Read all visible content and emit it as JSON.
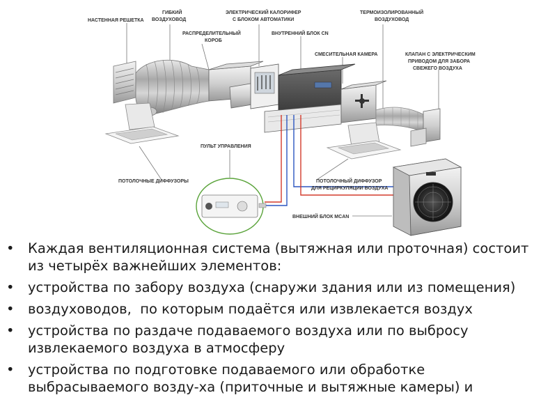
{
  "diagram": {
    "labels": {
      "wall_grille": "НАСТЕННАЯ РЕШЕТКА",
      "flexible_duct_1": "ГИБКИЙ",
      "flexible_duct_2": "ВОЗДУХОВОД",
      "electric_heater_1": "ЭЛЕКТРИЧЕСКИЙ КАЛОРИФЕР",
      "electric_heater_2": "С БЛОКОМ АВТОМАТИКИ",
      "insulated_duct_1": "ТЕРМОИЗОЛИРОВАННЫЙ",
      "insulated_duct_2": "ВОЗДУХОВОД",
      "distribution_box_1": "РАСПРЕДЕЛИТЕЛЬНЫЙ",
      "distribution_box_2": "КОРОБ",
      "indoor_unit": "ВНУТРЕННИЙ БЛОК CN",
      "mixing_chamber": "СМЕСИТЕЛЬНАЯ КАМЕРА",
      "damper_1": "КЛАПАН С ЭЛЕКТРИЧЕСКИМ",
      "damper_2": "ПРИВОДОМ ДЛЯ ЗАБОРА",
      "damper_3": "СВЕЖЕГО ВОЗДУХА",
      "control_panel": "ПУЛЬТ УПРАВЛЕНИЯ",
      "ceiling_diffusers": "ПОТОЛОЧНЫЕ ДИФФУЗОРЫ",
      "recirc_diffuser_1": "ПОТОЛОЧНЫЙ ДИФФУЗОР",
      "recirc_diffuser_2": "ДЛЯ РЕЦИРКУЛЯЦИИ ВОЗДУХА",
      "outdoor_unit": "ВНЕШНИЙ БЛОК MCAN"
    }
  },
  "bullets": [
    "Каждая вентиляционная система (вытяжная или проточная) состоит из четырёх важнейших элементов:",
    "устройства по забору воздуха (снаружи здания или из помещения)",
    "воздуховодов,  по которым подаётся или извлекается воздух",
    "устройства по раздаче подаваемого воздуха или по выбросу извлекаемого воздуха в атмосферу",
    "устройства по подготовке подаваемого или обработке выбрасываемого возду-ха (приточные и вытяжные камеры) и"
  ],
  "bullet_symbol": "•"
}
